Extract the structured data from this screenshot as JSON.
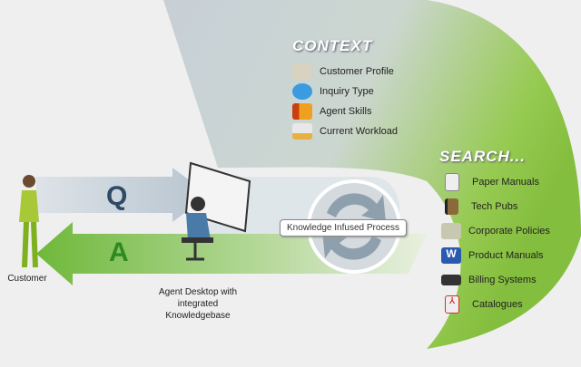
{
  "context": {
    "title": "CONTEXT",
    "items": [
      {
        "label": "Customer Profile",
        "icon": "id-card-icon",
        "color": "#d8d2c0"
      },
      {
        "label": "Inquiry Type",
        "icon": "speech-bubble-icon",
        "color": "#3a9be0"
      },
      {
        "label": "Agent Skills",
        "icon": "bar-chart-icon",
        "color": "#f0a020"
      },
      {
        "label": "Current Workload",
        "icon": "inbox-tray-icon",
        "color": "#e8b040"
      }
    ]
  },
  "search": {
    "title": "SEARCH...",
    "items": [
      {
        "label": "Paper Manuals",
        "icon": "notebook-icon",
        "color": "#e8e8e8"
      },
      {
        "label": "Tech Pubs",
        "icon": "book-icon",
        "color": "#8a6a3a"
      },
      {
        "label": "Corporate Policies",
        "icon": "document-pen-icon",
        "color": "#c8c8b0"
      },
      {
        "label": "Product Manuals",
        "icon": "word-document-icon",
        "color": "#2a5ab0"
      },
      {
        "label": "Billing Systems",
        "icon": "billing-system-icon",
        "color": "#333333"
      },
      {
        "label": "Catalogues",
        "icon": "pdf-icon",
        "color": "#e0e0e0"
      }
    ]
  },
  "flow": {
    "question": "Q",
    "answer": "A",
    "process": "Knowledge Infused Process"
  },
  "labels": {
    "customer": "Customer",
    "agent": "Agent Desktop with integrated Knowledgebase"
  }
}
